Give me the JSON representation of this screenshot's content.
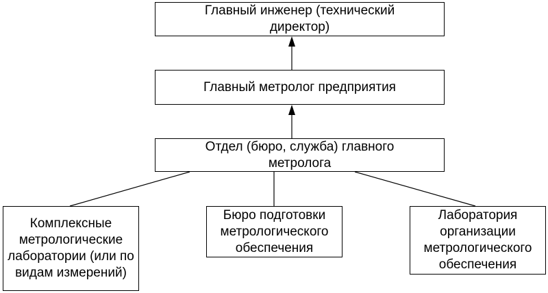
{
  "diagram": {
    "type": "org-chart",
    "nodes": [
      {
        "id": "chief_engineer",
        "label": "Главный инженер (технический директор)"
      },
      {
        "id": "chief_metrologist",
        "label": "Главный метролог предприятия"
      },
      {
        "id": "metrology_department",
        "label": "Отдел (бюро, служба) главного метролога"
      },
      {
        "id": "complex_labs",
        "label": "Комплексные метрологические лаборатории (или по видам измерений)"
      },
      {
        "id": "training_bureau",
        "label": "Бюро подготовки метрологического обеспечения"
      },
      {
        "id": "organization_lab",
        "label": "Лаборатория организации метрологического обеспечения"
      }
    ],
    "edges": [
      {
        "from": "chief_metrologist",
        "to": "chief_engineer",
        "arrow": true
      },
      {
        "from": "metrology_department",
        "to": "chief_metrologist",
        "arrow": true
      },
      {
        "from": "metrology_department",
        "to": "complex_labs",
        "arrow": false
      },
      {
        "from": "metrology_department",
        "to": "training_bureau",
        "arrow": false
      },
      {
        "from": "metrology_department",
        "to": "organization_lab",
        "arrow": false
      }
    ]
  }
}
